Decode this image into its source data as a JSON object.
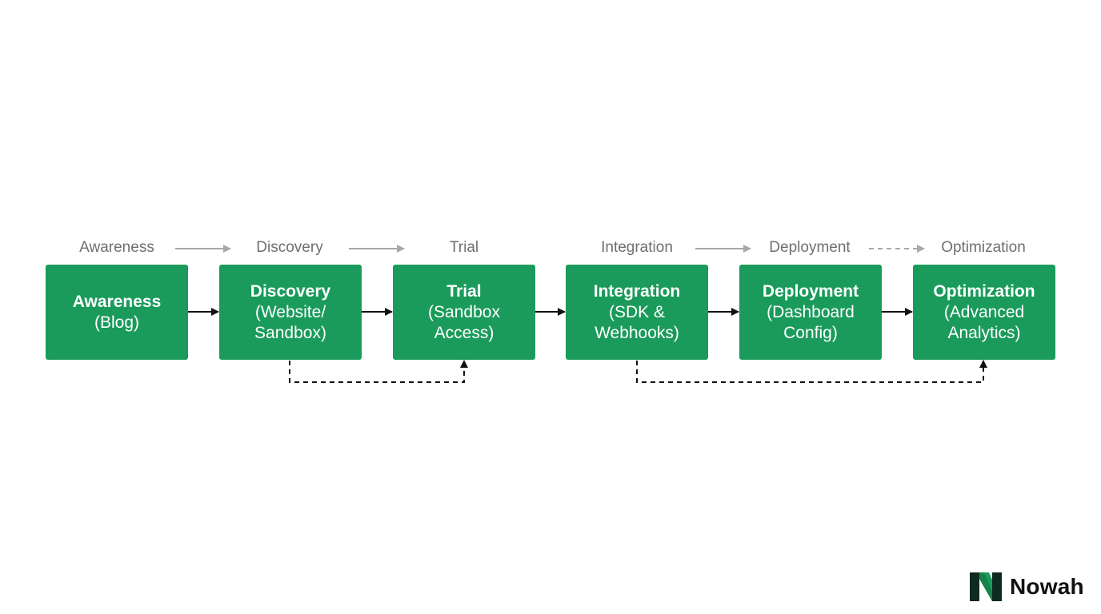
{
  "stage_labels": [
    "Awareness",
    "Discovery",
    "Trial",
    "Integration",
    "Deployment",
    "Optimization"
  ],
  "boxes": [
    {
      "title": "Awareness",
      "sub": "(Blog)"
    },
    {
      "title": "Discovery",
      "sub": "(Website/\nSandbox)"
    },
    {
      "title": "Trial",
      "sub": "(Sandbox\nAccess)"
    },
    {
      "title": "Integration",
      "sub": "(SDK &\nWebhooks)"
    },
    {
      "title": "Deployment",
      "sub": "(Dashboard\nConfig)"
    },
    {
      "title": "Optimization",
      "sub": "(Advanced\nAnalytics)"
    }
  ],
  "brand": {
    "name": "Nowah"
  },
  "colors": {
    "box": "#1a9b5b",
    "arrow": "#111111",
    "label_arrow": "#a8a8a8",
    "label_text": "#6f6f6f",
    "logo_dark": "#0f2a1e",
    "logo_green": "#1a9b5b"
  },
  "connectors": {
    "label_arrows": [
      {
        "from": "Awareness",
        "to": "Discovery",
        "style": "solid"
      },
      {
        "from": "Discovery",
        "to": "Trial",
        "style": "solid"
      },
      {
        "from": "Integration",
        "to": "Deployment",
        "style": "solid"
      },
      {
        "from": "Deployment",
        "to": "Optimization",
        "style": "dashed"
      }
    ],
    "box_arrows": [
      {
        "from": "Awareness",
        "to": "Discovery",
        "style": "solid"
      },
      {
        "from": "Discovery",
        "to": "Trial",
        "style": "solid"
      },
      {
        "from": "Trial",
        "to": "Integration",
        "style": "solid"
      },
      {
        "from": "Integration",
        "to": "Deployment",
        "style": "solid"
      },
      {
        "from": "Deployment",
        "to": "Optimization",
        "style": "solid"
      }
    ],
    "skip_arrows": [
      {
        "from": "Discovery",
        "to": "Trial",
        "style": "dashed"
      },
      {
        "from": "Integration",
        "to": "Optimization",
        "style": "dashed"
      }
    ]
  }
}
